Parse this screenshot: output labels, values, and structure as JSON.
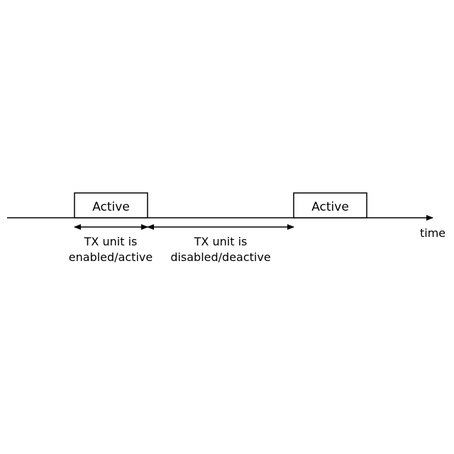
{
  "diagram": {
    "pulses": [
      {
        "label": "Active"
      },
      {
        "label": "Active"
      }
    ],
    "spans": [
      {
        "line1": "TX unit is",
        "line2": "enabled/active"
      },
      {
        "line1": "TX unit is",
        "line2": "disabled/deactive"
      }
    ],
    "axis_label": "time",
    "line_color": "#000000"
  }
}
